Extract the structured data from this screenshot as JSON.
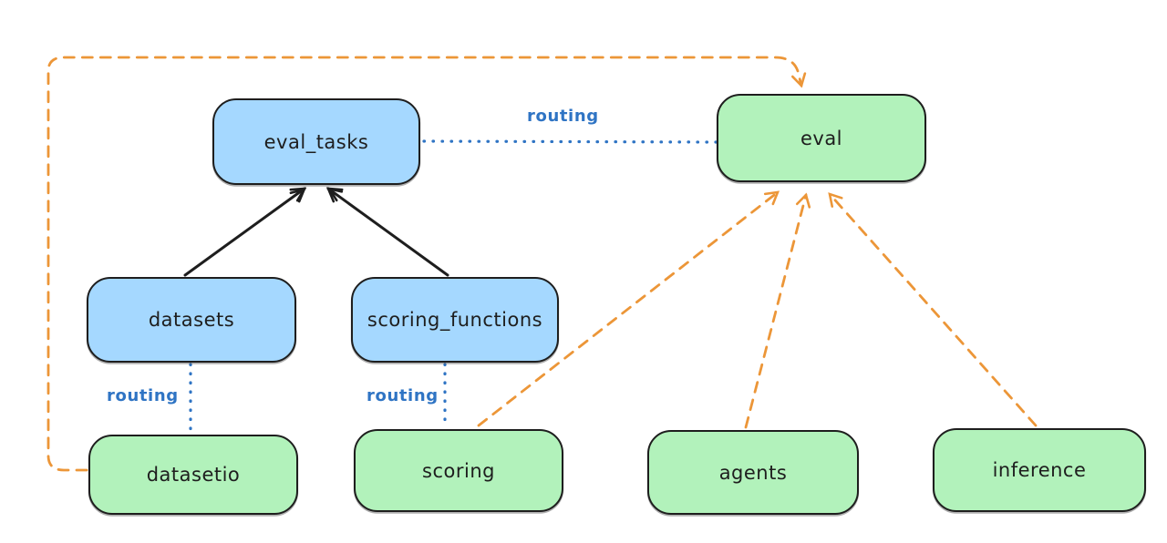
{
  "colors": {
    "registry_fill": "#a5d8ff",
    "api_fill": "#b2f2bb",
    "stroke": "#1e1e1e",
    "routing_blue": "#2f74c4",
    "provider_orange": "#ec9638",
    "background": "#ffffff"
  },
  "nodes": {
    "eval_tasks": {
      "label": "eval_tasks",
      "kind": "registry"
    },
    "eval": {
      "label": "eval",
      "kind": "api"
    },
    "datasets": {
      "label": "datasets",
      "kind": "registry"
    },
    "scoring_functions": {
      "label": "scoring_functions",
      "kind": "registry"
    },
    "datasetio": {
      "label": "datasetio",
      "kind": "api"
    },
    "scoring": {
      "label": "scoring",
      "kind": "api"
    },
    "agents": {
      "label": "agents",
      "kind": "api"
    },
    "inference": {
      "label": "inference",
      "kind": "api"
    }
  },
  "edges": [
    {
      "from": "datasets",
      "to": "eval_tasks",
      "style": "solid-black-arrow",
      "label": ""
    },
    {
      "from": "scoring_functions",
      "to": "eval_tasks",
      "style": "solid-black-arrow",
      "label": ""
    },
    {
      "from": "eval_tasks",
      "to": "eval",
      "style": "dotted-blue",
      "label": "routing"
    },
    {
      "from": "datasets",
      "to": "datasetio",
      "style": "dotted-blue",
      "label": "routing"
    },
    {
      "from": "scoring_functions",
      "to": "scoring",
      "style": "dotted-blue",
      "label": "routing"
    },
    {
      "from": "datasetio",
      "to": "eval",
      "style": "dashed-orange-arrow",
      "label": ""
    },
    {
      "from": "scoring",
      "to": "eval",
      "style": "dashed-orange-arrow",
      "label": ""
    },
    {
      "from": "agents",
      "to": "eval",
      "style": "dashed-orange-arrow",
      "label": ""
    },
    {
      "from": "inference",
      "to": "eval",
      "style": "dashed-orange-arrow",
      "label": ""
    }
  ]
}
